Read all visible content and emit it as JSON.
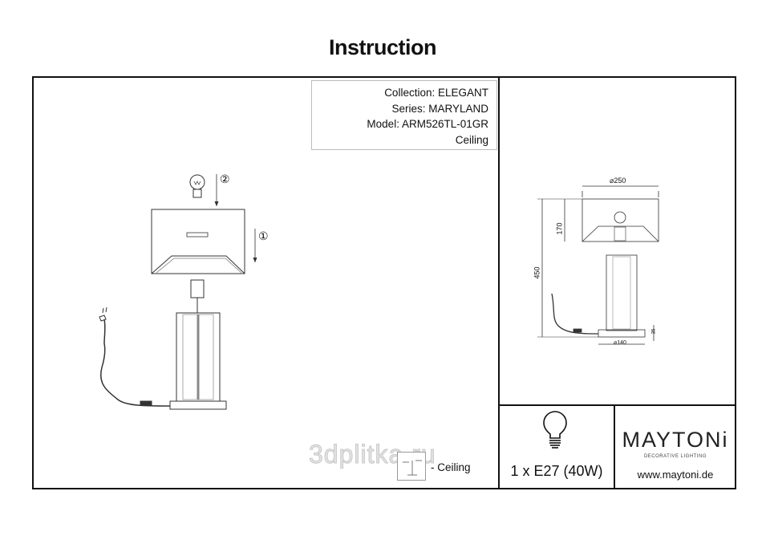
{
  "header": {
    "title": "Instruction"
  },
  "info": {
    "collection": "Collection: ELEGANT",
    "series": "Series: MARYLAND",
    "model": "Model: ARM526TL-01GR",
    "mount": "Ceiling"
  },
  "assembly": {
    "step1": "①",
    "step2": "②"
  },
  "dimensions": {
    "shade_diameter": "⌀250",
    "shade_height": "170",
    "total_height": "450",
    "base_height": "35",
    "base_diameter": "⌀140"
  },
  "bulb": {
    "spec": "1 x E27 (40W)",
    "icon": "light-bulb-icon"
  },
  "brand": {
    "logo": "MAYTONi",
    "tagline": "DECORATIVE LIGHTING",
    "website": "www.maytoni.de"
  },
  "legend": {
    "ceiling_label": "- Ceiling",
    "icon": "ceiling-mount-icon"
  },
  "watermark": "3dplitka.ru"
}
